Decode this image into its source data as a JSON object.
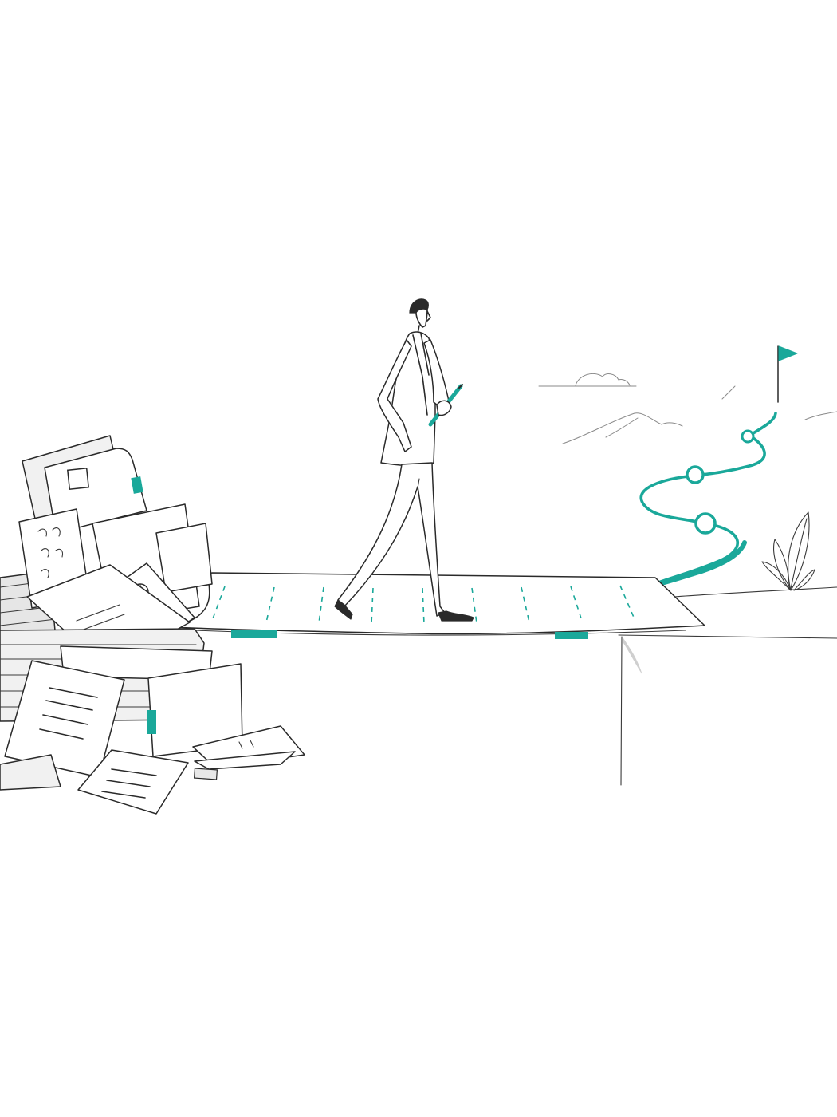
{
  "colors": {
    "accent": "#1aa89a",
    "ink": "#2a2a2a",
    "paper": "#ffffff",
    "shade": "#e6e6e6"
  },
  "elements": {
    "man": "walking-businessman",
    "bridge": "paper-document-bridge",
    "pile": "paper-pile",
    "path": "roadmap-path",
    "flag": "goal-flag",
    "mountains": "distant-mountains",
    "plant": "leafy-plant"
  }
}
